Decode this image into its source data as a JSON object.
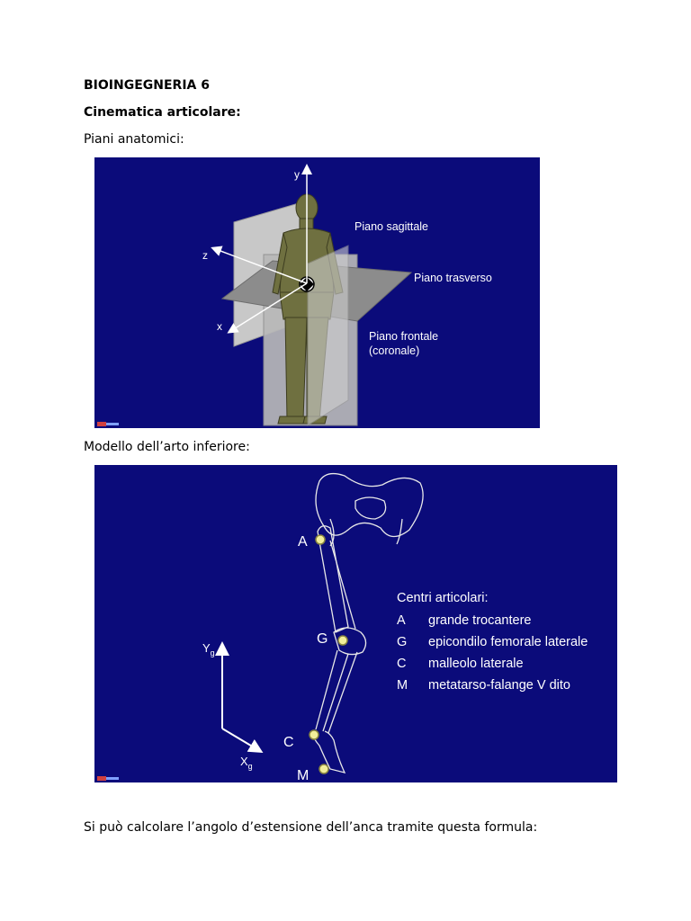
{
  "document": {
    "title": "BIOINGEGNERIA 6",
    "section": "Cinematica articolare:",
    "subsection1": "Piani anatomici:",
    "subsection2": "Modello dell’arto inferiore:",
    "closing": "Si può calcolare l’angolo d’estensione dell’anca tramite questa formula:"
  },
  "figure1": {
    "background": "#0b0b7a",
    "axes": {
      "y": "y",
      "z": "z",
      "x": "x"
    },
    "labels": {
      "sagittal": "Piano sagittale",
      "transverse": "Piano trasverso",
      "frontal_1": "Piano frontale",
      "frontal_2": "(coronale)"
    }
  },
  "figure2": {
    "background": "#0b0b7a",
    "points": {
      "A": "A",
      "G": "G",
      "C": "C",
      "M": "M"
    },
    "axes": {
      "y": "Y",
      "y_sub": "g",
      "x": "X",
      "x_sub": "g"
    },
    "legend": {
      "title": "Centri articolari:",
      "items": [
        {
          "key": "A",
          "text": "grande trocantere"
        },
        {
          "key": "G",
          "text": "epicondilo femorale laterale"
        },
        {
          "key": "C",
          "text": "malleolo laterale"
        },
        {
          "key": "M",
          "text": "metatarso-falange V dito"
        }
      ]
    }
  }
}
